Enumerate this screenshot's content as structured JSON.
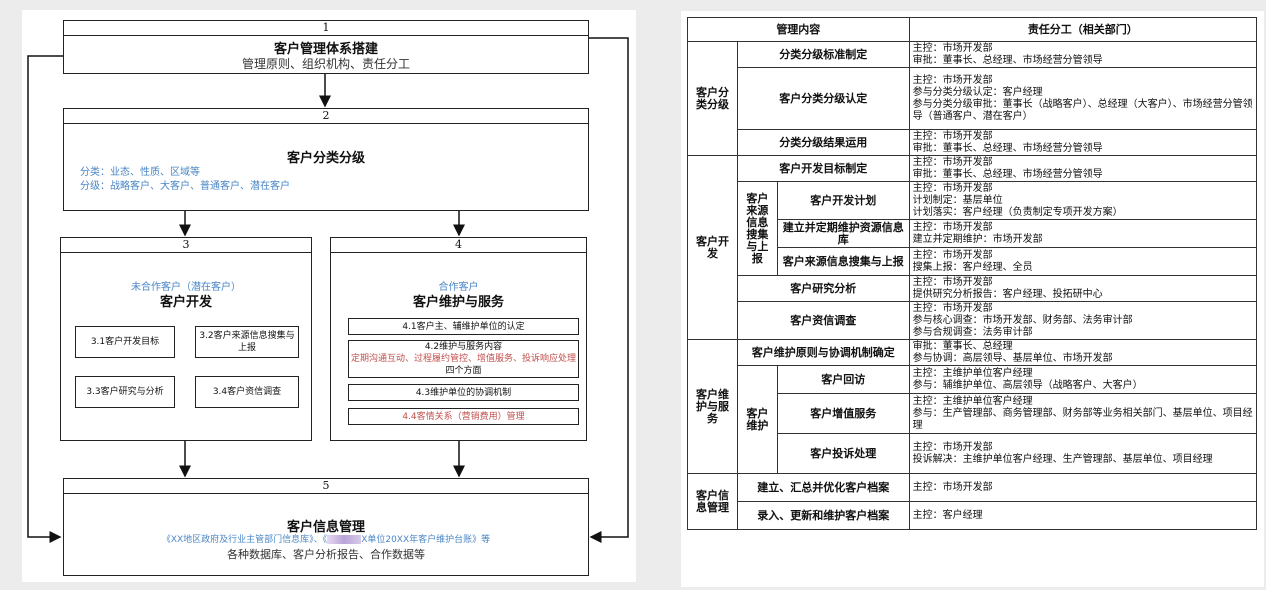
{
  "flow": {
    "box1": {
      "num": "1",
      "title": "客户管理体系搭建",
      "subtitle": "管理原则、组织机构、责任分工"
    },
    "box2": {
      "num": "2",
      "title": "客户分类分级",
      "line1": "分类：业态、性质、区域等",
      "line2": "分级：战略客户、大客户、普通客户、潜在客户"
    },
    "box3": {
      "num": "3",
      "tag": "未合作客户（潜在客户）",
      "title": "客户开发",
      "items": [
        "3.1客户开发目标",
        "3.2客户来源信息搜集与上报",
        "3.3客户研究与分析",
        "3.4客户资信调查"
      ]
    },
    "box4": {
      "num": "4",
      "tag": "合作客户",
      "title": "客户维护与服务",
      "item1": "4.1客户主、辅维护单位的认定",
      "item2_title": "4.2维护与服务内容",
      "item2_red": "定期沟通互动、过程履约管控、增值服务、投诉响应处理",
      "item2_tail": "四个方面",
      "item3": "4.3维护单位的协调机制",
      "item4": "4.4客情关系（营销费用）管理"
    },
    "box5": {
      "num": "5",
      "title": "客户信息管理",
      "line1a": "《XX地区政府及行业主管部门信息库》、《",
      "line1b": "X单位20XX年客户维护台账》等",
      "line2": "各种数据库、客户分析报告、合作数据等"
    }
  },
  "table": {
    "header": {
      "col1": "管理内容",
      "col2": "责任分工（相关部门）"
    },
    "groups": {
      "g1": "客户分类分级",
      "g2": "客户开发",
      "g2sub": "客户来源信息搜集与上报",
      "g3": "客户维护与服务",
      "g3sub": "客户维护",
      "g4": "客户信息管理"
    },
    "rows": [
      {
        "item": "分类分级标准制定",
        "duty": [
          "主控：市场开发部",
          "审批：董事长、总经理、市场经营分管领导"
        ]
      },
      {
        "item": "客户分类分级认定",
        "duty": [
          "主控：市场开发部",
          "参与分类分级认定：客户经理",
          "参与分类分级审批：董事长（战略客户）、总经理（大客户）、市场经营分管领导（普通客户、潜在客户）"
        ]
      },
      {
        "item": "分类分级结果运用",
        "duty": [
          "主控：市场开发部",
          "审批：董事长、总经理、市场经营分管领导"
        ]
      },
      {
        "item": "客户开发目标制定",
        "duty": [
          "主控：市场开发部",
          "审批：董事长、总经理、市场经营分管领导"
        ]
      },
      {
        "item": "客户开发计划",
        "duty": [
          "主控：市场开发部",
          "计划制定：基层单位",
          "计划落实：客户经理（负责制定专项开发方案）"
        ]
      },
      {
        "item": "建立并定期维护资源信息库",
        "duty": [
          "主控：市场开发部",
          "建立并定期维护：市场开发部"
        ]
      },
      {
        "item": "客户来源信息搜集与上报",
        "duty": [
          "主控：市场开发部",
          "搜集上报：客户经理、全员"
        ]
      },
      {
        "item": "客户研究分析",
        "duty": [
          "主控：市场开发部",
          "提供研究分析报告：客户经理、投拓研中心"
        ]
      },
      {
        "item": "客户资信调查",
        "duty": [
          "主控：市场开发部",
          "参与核心调查：市场开发部、财务部、法务审计部",
          "参与合规调查：法务审计部"
        ]
      },
      {
        "item": "客户维护原则与协调机制确定",
        "duty": [
          "审批：董事长、总经理",
          "参与协调：高层领导、基层单位、市场开发部"
        ]
      },
      {
        "item": "客户回访",
        "duty": [
          "主控：主维护单位客户经理",
          "参与：辅维护单位、高层领导（战略客户、大客户）"
        ]
      },
      {
        "item": "客户增值服务",
        "duty": [
          "主控：主维护单位客户经理",
          "参与：生产管理部、商务管理部、财务部等业务相关部门、基层单位、项目经理"
        ]
      },
      {
        "item": "客户投诉处理",
        "duty": [
          "主控：市场开发部",
          "投诉解决：主维护单位客户经理、生产管理部、基层单位、项目经理"
        ]
      },
      {
        "item": "建立、汇总并优化客户档案",
        "duty": [
          "主控：市场开发部"
        ]
      },
      {
        "item": "录入、更新和维护客户档案",
        "duty": [
          "主控：客户经理"
        ]
      }
    ]
  }
}
